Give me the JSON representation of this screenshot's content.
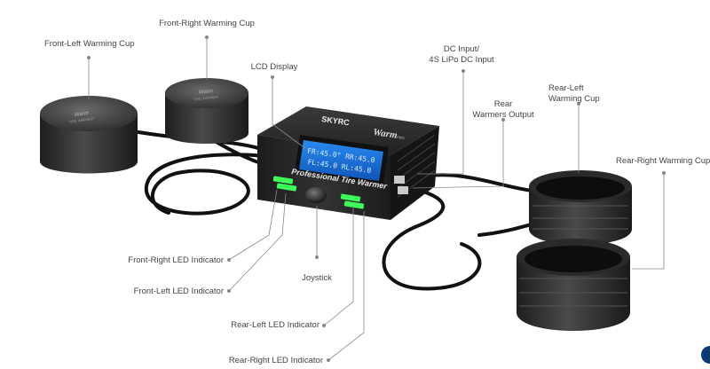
{
  "labels": {
    "front_left_cup": "Front-Left Warming Cup",
    "front_right_cup": "Front-Right Warming Cup",
    "lcd_display": "LCD Display",
    "dc_input_line1": "DC Input/",
    "dc_input_line2": "4S LiPo DC Input",
    "rear_output_line1": "Rear",
    "rear_output_line2": "Warmers Output",
    "rear_left_cup_line1": "Rear-Left",
    "rear_left_cup_line2": "Warming Cup",
    "rear_right_cup": "Rear-Right Warming Cup",
    "front_right_led": "Front-Right LED Indicator",
    "front_left_led": "Front-Left LED Indicator",
    "joystick": "Joystick",
    "rear_left_led": "Rear-Left LED Indicator",
    "rear_right_led": "Rear-Right LED Indicator"
  },
  "device": {
    "brand": "SKYRC",
    "model": "Warm",
    "model_suffix": "PRO",
    "product_name": "Professional Tire Warmer",
    "lcd_line1": "FR:45.0° RR:45.0",
    "lcd_line2": "FL:45.0 RL:45.0",
    "cup_brand": "TIRE WARMER",
    "cup_model": "Warm"
  },
  "colors": {
    "lcd_background": "#1a6fd6",
    "lcd_text": "#d8ecff",
    "body": "#2a2a2a",
    "led_green": "#3cff5a",
    "leader_line": "#888888"
  }
}
